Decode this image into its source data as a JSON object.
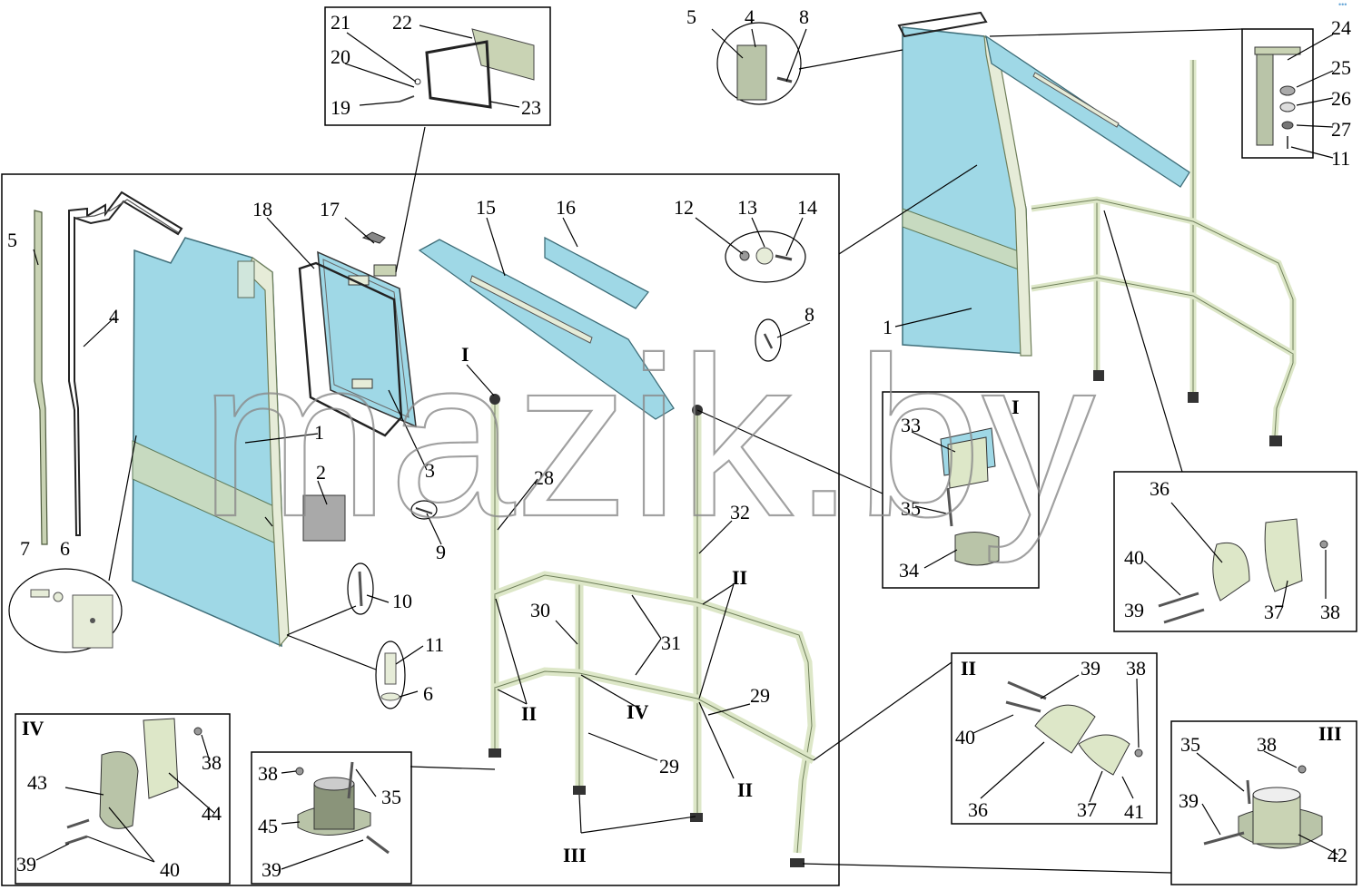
{
  "watermark": "mazik.by",
  "corner_mark": "•••",
  "colors": {
    "panel": "#9fd8e6",
    "panel_edge": "#5e8f9a",
    "frame": "#e6ecd8",
    "rail": "#dde7c8",
    "rail_edge": "#6f7f5a",
    "hardware": "#b9c4a8",
    "box": "#000000"
  },
  "part_labels": [
    "1",
    "2",
    "3",
    "4",
    "5",
    "6",
    "7",
    "8",
    "9",
    "10",
    "11",
    "12",
    "13",
    "14",
    "15",
    "16",
    "17",
    "18",
    "19",
    "20",
    "21",
    "22",
    "23",
    "24",
    "25",
    "26",
    "27",
    "28",
    "29",
    "30",
    "31",
    "32",
    "33",
    "34",
    "35",
    "36",
    "37",
    "38",
    "39",
    "40",
    "41",
    "42",
    "43",
    "44",
    "45"
  ],
  "view_labels": [
    "I",
    "II",
    "III",
    "IV"
  ]
}
